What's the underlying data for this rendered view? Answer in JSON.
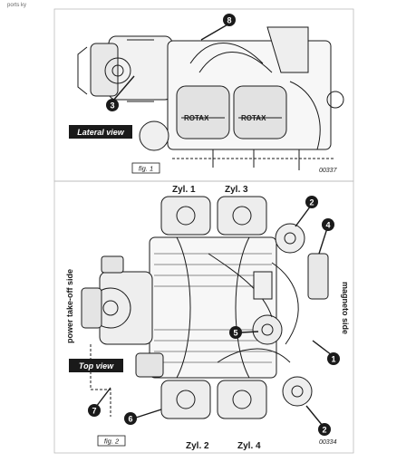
{
  "header_fragment": "ports       ky",
  "lateral": {
    "banner": "Lateral view",
    "fig": "fig. 1",
    "code": "00337",
    "callouts": [
      "8",
      "3"
    ],
    "valve_cover_brand": "ROTAX"
  },
  "top": {
    "banner": "Top view",
    "fig": "fig. 2",
    "code": "00334",
    "cyl_1": "Zyl. 1",
    "cyl_2": "Zyl. 2",
    "cyl_3": "Zyl. 3",
    "cyl_4": "Zyl. 4",
    "left_side": "power take-off side",
    "right_side": "magneto side",
    "callouts": [
      "2",
      "4",
      "5",
      "1",
      "7",
      "6",
      "2"
    ]
  },
  "colors": {
    "ink": "#1a1a1a",
    "banner_bg": "#1a1a1a",
    "banner_text": "#ffffff",
    "callout_bg": "#1a1a1a",
    "callout_text": "#ffffff"
  }
}
